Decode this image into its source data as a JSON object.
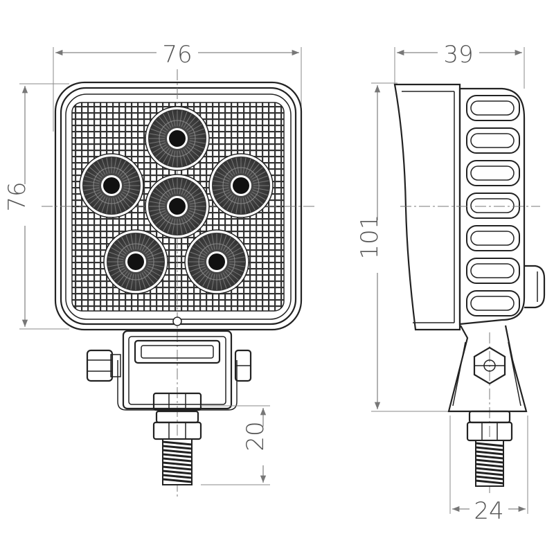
{
  "drawing": {
    "front_view": {
      "width_label": "76",
      "height_label": "76",
      "stud_label": "20",
      "led_count": 6
    },
    "side_view": {
      "depth_label": "39",
      "total_height_label": "101",
      "bracket_label": "24",
      "fin_count": 7
    },
    "colors": {
      "outline": "#222222",
      "dimension": "#888888",
      "grid": "#333333"
    }
  }
}
